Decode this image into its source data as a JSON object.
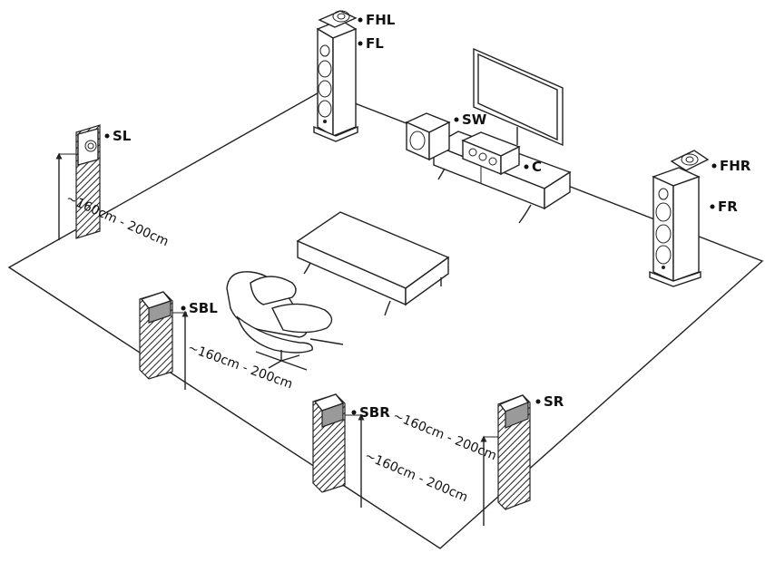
{
  "labels": {
    "fhl": "FHL",
    "fl": "FL",
    "sw": "SW",
    "sl": "SL",
    "c": "C",
    "fhr": "FHR",
    "fr": "FR",
    "sbl": "SBL",
    "sbr": "SBR",
    "sr": "SR"
  },
  "dimensions": {
    "sl_height": "~160cm - 200cm",
    "sbl_height": "~160cm - 200cm",
    "sbr_height": "~160cm - 200cm",
    "sbr_sr_height": "~160cm - 200cm"
  }
}
